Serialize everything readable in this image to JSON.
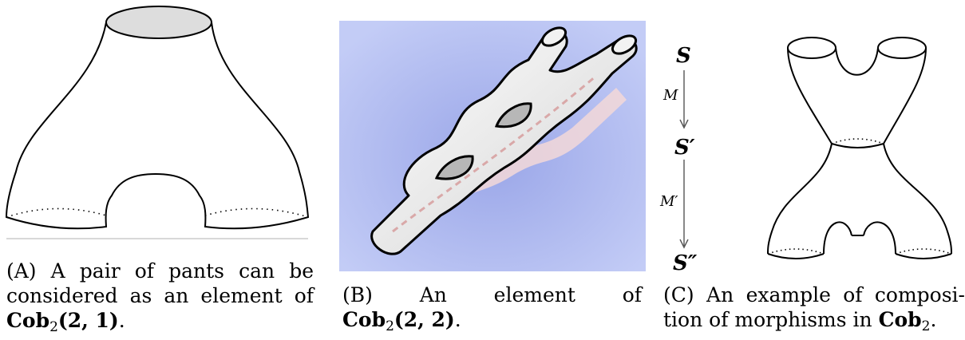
{
  "panel_a": {
    "caption": {
      "label": "(A)",
      "line1": "A pair of pants can be",
      "line2": "considered as an element of",
      "cob": "Cob",
      "cob_sub": "2",
      "args": "(2, 1)",
      "end": "."
    }
  },
  "panel_b": {
    "caption": {
      "label": "(B)",
      "line1": "An element of",
      "cob": "Cob",
      "cob_sub": "2",
      "args": "(2, 2)",
      "end": "."
    }
  },
  "panel_c": {
    "labels": {
      "s": "S",
      "m": "M",
      "s_prime": "S′",
      "m_prime": "M′",
      "s_double_prime": "S″"
    },
    "caption": {
      "label": "(C)",
      "line1": "An example of composi-",
      "line2": "tion of morphisms in",
      "cob": "Cob",
      "cob_sub": "2",
      "end": "."
    }
  },
  "colors": {
    "outline": "#000000",
    "top_cap_fill": "#dddddd",
    "pastel_background": "#b9c3f3",
    "surface_fill": "#eaeaea"
  }
}
